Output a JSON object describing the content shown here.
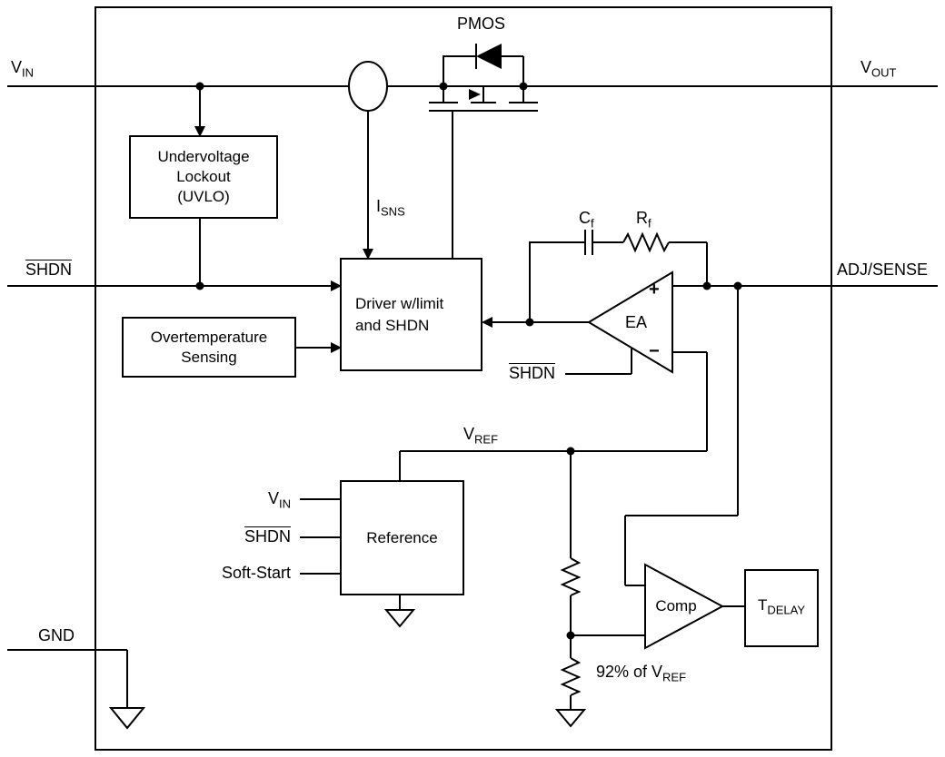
{
  "pins": {
    "vin": {
      "text": "V",
      "sub": "IN"
    },
    "vout": {
      "text": "V",
      "sub": "OUT"
    },
    "shdn": "SHDN",
    "adj_sense": "ADJ/SENSE",
    "gnd": "GND"
  },
  "pass_device": {
    "label": "PMOS"
  },
  "current_sense": {
    "text": "I",
    "sub": "SNS"
  },
  "blocks": {
    "uvlo": {
      "line1": "Undervoltage",
      "line2": "Lockout",
      "line3": "(UVLO)"
    },
    "overtemp": {
      "line1": "Overtemperature",
      "line2": "Sensing"
    },
    "driver": {
      "line1": "Driver w/limit",
      "line2": "and SHDN"
    },
    "reference": {
      "label": "Reference"
    },
    "tdelay": {
      "text": "T",
      "sub": "DELAY"
    }
  },
  "error_amp": {
    "label": "EA",
    "plus": "+",
    "minus": "−",
    "shdn": "SHDN"
  },
  "comparator": {
    "label": "Comp"
  },
  "feedback": {
    "cf": {
      "text": "C",
      "sub": "f"
    },
    "rf": {
      "text": "R",
      "sub": "f"
    },
    "vref": {
      "text": "V",
      "sub": "REF"
    },
    "threshold": {
      "text": "92% of V",
      "sub": "REF"
    }
  },
  "reference_inputs": {
    "vin": {
      "text": "V",
      "sub": "IN"
    },
    "shdn": "SHDN",
    "soft_start": "Soft-Start"
  },
  "colors": {
    "line": "#000000",
    "background": "#ffffff"
  }
}
